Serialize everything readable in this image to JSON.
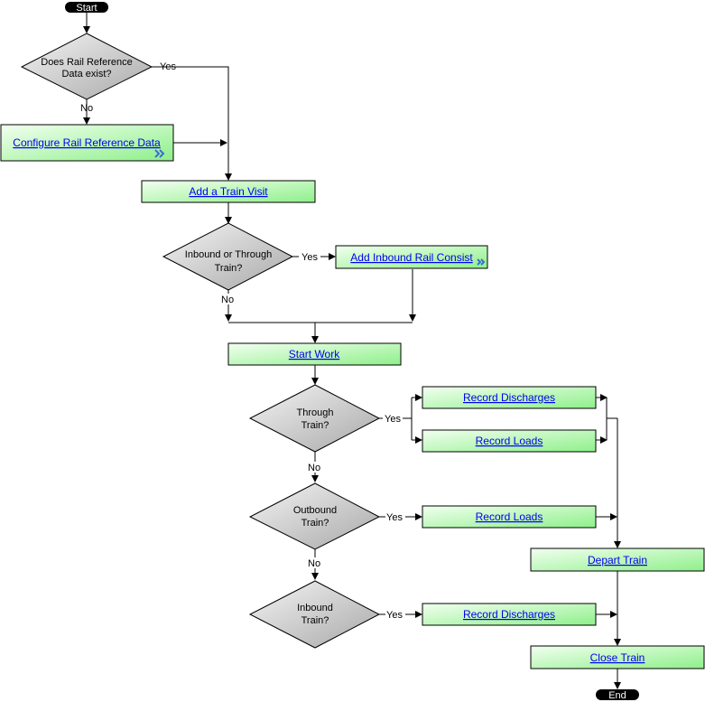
{
  "terminals": {
    "start": "Start",
    "end": "End"
  },
  "decisions": {
    "ref_data": [
      "Does Rail Reference",
      "Data exist?"
    ],
    "inbound_or_through": [
      "Inbound or Through",
      "Train?"
    ],
    "through": [
      "Through",
      "Train?"
    ],
    "outbound": [
      "Outbound",
      "Train?"
    ],
    "inbound": [
      "Inbound",
      "Train?"
    ]
  },
  "processes": {
    "configure_ref": "Configure Rail Reference Data",
    "add_visit": "Add a Train Visit",
    "add_consist": "Add Inbound Rail Consist",
    "start_work": "Start Work",
    "record_discharges_1": "Record Discharges",
    "record_loads_1": "Record Loads",
    "record_loads_2": "Record Loads",
    "depart_train": "Depart Train",
    "record_discharges_2": "Record Discharges",
    "close_train": "Close Train"
  },
  "labels": {
    "yes": "Yes",
    "no": "No"
  },
  "colors": {
    "process_fill_start": "#f2fff0",
    "process_fill_end": "#8ef08a",
    "decision_fill_start": "#f0f0f0",
    "decision_fill_end": "#a8a8a8",
    "terminal_fill": "#000000",
    "link_text": "#0000ee",
    "expand_icon": "#3a6fd0"
  }
}
